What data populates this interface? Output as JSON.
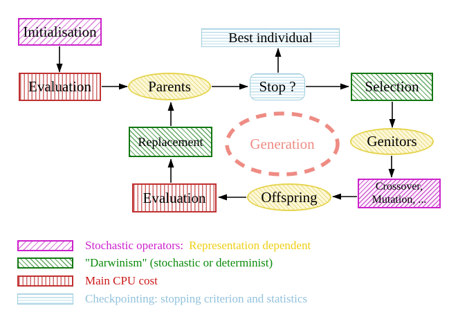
{
  "nodes": {
    "initialisation": "Initialisation",
    "evaluation_top": "Evaluation",
    "parents": "Parents",
    "best_individual": "Best individual",
    "stop": "Stop ?",
    "selection": "Selection",
    "genitors": "Genitors",
    "crossover_line1": "Crossover,",
    "crossover_line2": "Mutation, ...",
    "offspring": "Offspring",
    "evaluation_bottom": "Evaluation",
    "replacement": "Replacement",
    "generation": "Generation"
  },
  "edges": [
    {
      "from": "initialisation",
      "to": "evaluation_top"
    },
    {
      "from": "evaluation_top",
      "to": "parents"
    },
    {
      "from": "parents",
      "to": "stop"
    },
    {
      "from": "stop",
      "to": "best_individual"
    },
    {
      "from": "stop",
      "to": "selection"
    },
    {
      "from": "selection",
      "to": "genitors"
    },
    {
      "from": "genitors",
      "to": "crossover_mutation"
    },
    {
      "from": "crossover_mutation",
      "to": "offspring"
    },
    {
      "from": "offspring",
      "to": "evaluation_bottom"
    },
    {
      "from": "evaluation_bottom",
      "to": "replacement"
    },
    {
      "from": "replacement",
      "to": "parents"
    }
  ],
  "legend": {
    "rows": [
      {
        "label": "Stochastic operators:",
        "label2": "Representation dependent"
      },
      {
        "label": "\"Darwinism\" (stochastic or determinist)"
      },
      {
        "label": "Main CPU cost"
      },
      {
        "label": "Checkpointing: stopping criterion and statistics"
      }
    ]
  },
  "colors": {
    "magenta": "#cc22cc",
    "magenta-hatch": "#da7ada",
    "magenta-hatch-dense": "#cf5fcf",
    "green": "#117711",
    "green-hatch": "#63a763",
    "red": "#c03030",
    "red-stripe": "#cf6a6a",
    "cyan": "#a0cede",
    "cyan-stripe": "#bcdeea",
    "yellow-border": "#e5d44e",
    "yellow-bg": "#fdf8d8",
    "yellow-hatch": "#eadc85",
    "salmon": "#ee8c84",
    "magenta-text": "#cc22cc",
    "gold-text": "#eecf15",
    "green-text": "#0b8a0b",
    "red-text": "#cc1818",
    "blue-text": "#93c2dc"
  }
}
